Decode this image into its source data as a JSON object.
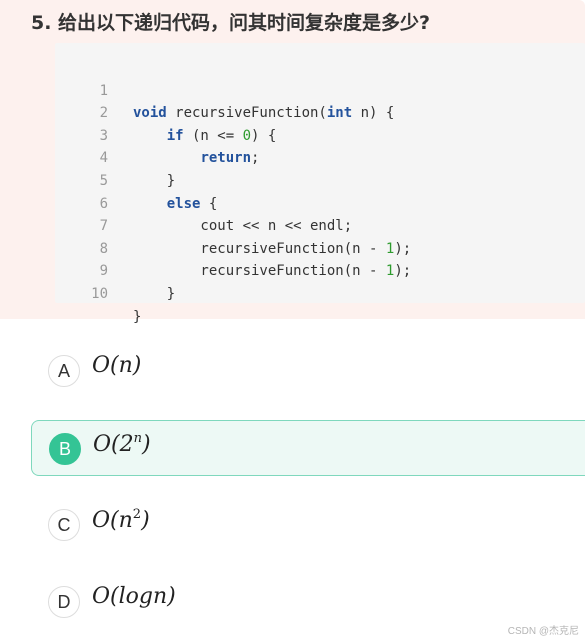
{
  "question": {
    "title": "5. 给出以下递归代码，问其时间复杂度是多少?"
  },
  "code": {
    "line_numbers": [
      "1",
      "2",
      "3",
      "4",
      "5",
      "6",
      "7",
      "8",
      "9",
      "10"
    ]
  },
  "options": [
    {
      "letter": "A",
      "text_pre": "O(n)",
      "selected": false
    },
    {
      "letter": "B",
      "text_pre": "O(2",
      "text_sup": "n",
      "text_post": ")",
      "selected": true
    },
    {
      "letter": "C",
      "text_pre": "O(n",
      "text_sup": "2",
      "text_post": ")",
      "selected": false
    },
    {
      "letter": "D",
      "text_pre": "O(logn)",
      "selected": false
    }
  ],
  "watermark": "CSDN @杰克尼",
  "colors": {
    "question_background": "#fdf1ee",
    "code_background": "#f5f5f5",
    "keyword": "#23529c",
    "number": "#2e9b2e",
    "selected_badge": "#34c495",
    "selected_background": "#edf9f5",
    "selected_border": "#7fd8bd"
  }
}
